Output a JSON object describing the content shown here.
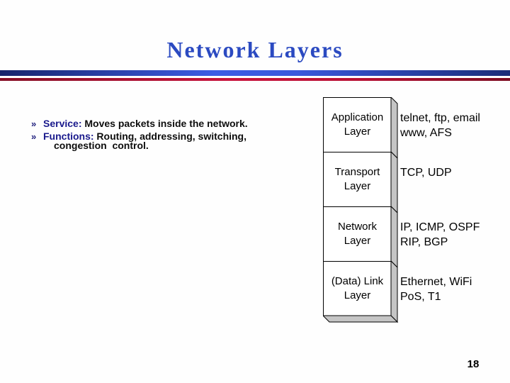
{
  "slide": {
    "title": "Network Layers",
    "page_number": "18"
  },
  "colors": {
    "title_blue": "#2b4ac1",
    "keyword_navy": "#19198c",
    "bullet_marker_navy": "#23237f",
    "divider_blue": "#3c5ce4",
    "divider_red": "#c8133c",
    "box_side_gray": "#c5c5c5",
    "box_face_white": "#ffffff",
    "text_black": "#000000"
  },
  "bullets": [
    {
      "marker": "»",
      "keyword": "Service:",
      "text": " Moves packets inside the network."
    },
    {
      "marker": "»",
      "keyword": "Functions:",
      "text": " Routing, addressing, switching,",
      "continuation": "congestion  control."
    }
  ],
  "layers": [
    {
      "name_line1": "Application",
      "name_line2": "Layer",
      "examples_line1": "telnet, ftp, email",
      "examples_line2": "www, AFS"
    },
    {
      "name_line1": "Transport",
      "name_line2": "Layer",
      "examples_line1": "TCP, UDP",
      "examples_line2": ""
    },
    {
      "name_line1": "Network",
      "name_line2": "Layer",
      "examples_line1": "IP, ICMP, OSPF",
      "examples_line2": "RIP, BGP"
    },
    {
      "name_line1": "(Data) Link",
      "name_line2": "Layer",
      "examples_line1": "Ethernet, WiFi",
      "examples_line2": "PoS, T1"
    }
  ]
}
